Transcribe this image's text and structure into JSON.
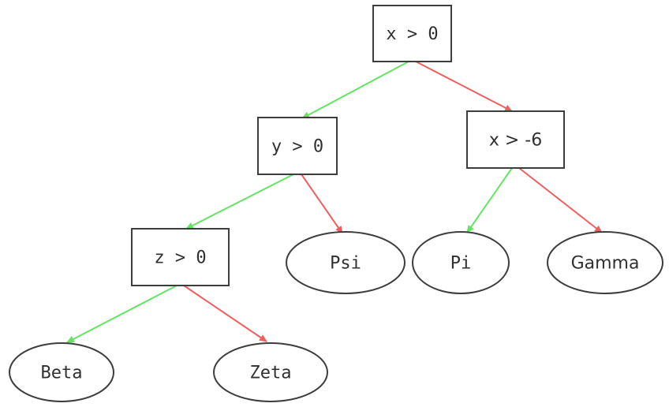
{
  "diagram": {
    "type": "decision-tree",
    "background": "#ffffff",
    "colors": {
      "true_branch": "#63e463",
      "false_branch": "#ef5f5f",
      "node_border": "#3d3d3d",
      "node_fill": "#ffffff",
      "label_text": "#303030"
    },
    "nodes": [
      {
        "id": "root",
        "label": "x > 0",
        "shape": "rect",
        "font": "mono"
      },
      {
        "id": "y0",
        "label": "y > 0",
        "shape": "rect",
        "font": "mono"
      },
      {
        "id": "xneg6",
        "label": "x > -6",
        "shape": "rect",
        "font": "sans"
      },
      {
        "id": "z0",
        "label": "z > 0",
        "shape": "rect",
        "font": "mono"
      },
      {
        "id": "psi",
        "label": "Psi",
        "shape": "ellipse",
        "font": "mono"
      },
      {
        "id": "pi",
        "label": "Pi",
        "shape": "ellipse",
        "font": "mono"
      },
      {
        "id": "gamma",
        "label": "Gamma",
        "shape": "ellipse",
        "font": "sans"
      },
      {
        "id": "beta",
        "label": "Beta",
        "shape": "ellipse",
        "font": "mono"
      },
      {
        "id": "zeta",
        "label": "Zeta",
        "shape": "ellipse",
        "font": "mono"
      }
    ],
    "edges": [
      {
        "from": "root",
        "to": "y0",
        "branch": "true"
      },
      {
        "from": "root",
        "to": "xneg6",
        "branch": "false"
      },
      {
        "from": "y0",
        "to": "z0",
        "branch": "true"
      },
      {
        "from": "y0",
        "to": "psi",
        "branch": "false"
      },
      {
        "from": "xneg6",
        "to": "pi",
        "branch": "true"
      },
      {
        "from": "xneg6",
        "to": "gamma",
        "branch": "false"
      },
      {
        "from": "z0",
        "to": "beta",
        "branch": "true"
      },
      {
        "from": "z0",
        "to": "zeta",
        "branch": "false"
      }
    ]
  }
}
